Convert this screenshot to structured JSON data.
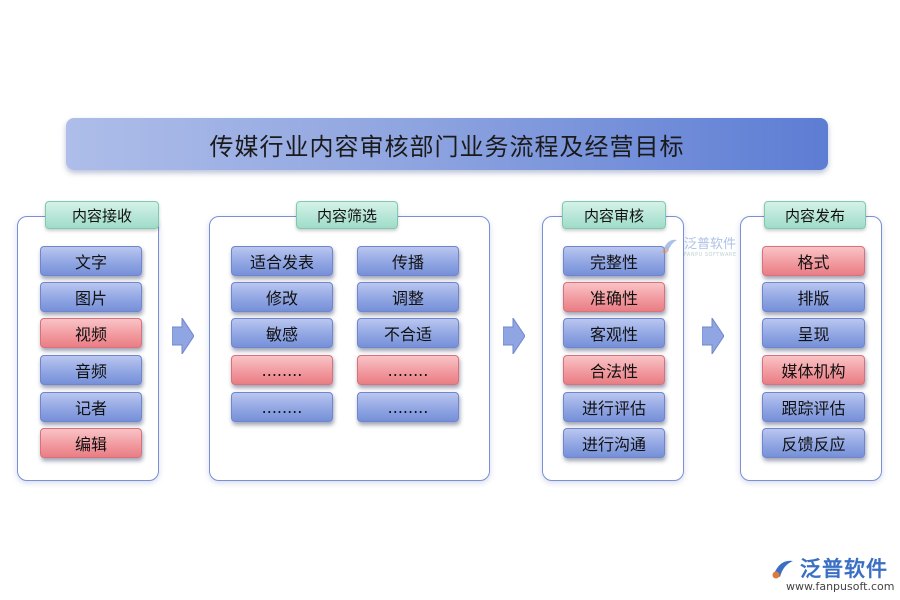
{
  "title": "传媒行业内容审核部门业务流程及经营目标",
  "sections": [
    {
      "label": "内容接收",
      "items": [
        {
          "text": "文字",
          "color": "blue"
        },
        {
          "text": "图片",
          "color": "blue"
        },
        {
          "text": "视频",
          "color": "red"
        },
        {
          "text": "音频",
          "color": "blue"
        },
        {
          "text": "记者",
          "color": "blue"
        },
        {
          "text": "编辑",
          "color": "red"
        }
      ]
    },
    {
      "label": "内容筛选",
      "left": [
        {
          "text": "适合发表",
          "color": "blue"
        },
        {
          "text": "修改",
          "color": "blue"
        },
        {
          "text": "敏感",
          "color": "blue"
        },
        {
          "text": "........",
          "color": "red"
        },
        {
          "text": "........",
          "color": "blue"
        }
      ],
      "right": [
        {
          "text": "传播",
          "color": "blue"
        },
        {
          "text": "调整",
          "color": "blue"
        },
        {
          "text": "不合适",
          "color": "blue"
        },
        {
          "text": "........",
          "color": "red"
        },
        {
          "text": "........",
          "color": "blue"
        }
      ]
    },
    {
      "label": "内容审核",
      "items": [
        {
          "text": "完整性",
          "color": "blue"
        },
        {
          "text": "准确性",
          "color": "red"
        },
        {
          "text": "客观性",
          "color": "blue"
        },
        {
          "text": "合法性",
          "color": "red"
        },
        {
          "text": "进行评估",
          "color": "blue"
        },
        {
          "text": "进行沟通",
          "color": "blue"
        }
      ]
    },
    {
      "label": "内容发布",
      "items": [
        {
          "text": "格式",
          "color": "red"
        },
        {
          "text": "排版",
          "color": "blue"
        },
        {
          "text": "呈现",
          "color": "blue"
        },
        {
          "text": "媒体机构",
          "color": "red"
        },
        {
          "text": "跟踪评估",
          "color": "blue"
        },
        {
          "text": "反馈反应",
          "color": "blue"
        }
      ]
    }
  ],
  "watermark": {
    "text": "泛普软件",
    "sub": "FANPU SOFTWARE"
  },
  "logo": {
    "text": "泛普软件",
    "url": "www.fanpusoft.com"
  },
  "colors": {
    "blue": "#91a6e3",
    "red": "#f19ba0",
    "label": "#9fdcc9",
    "border": "#7a8fd6"
  }
}
